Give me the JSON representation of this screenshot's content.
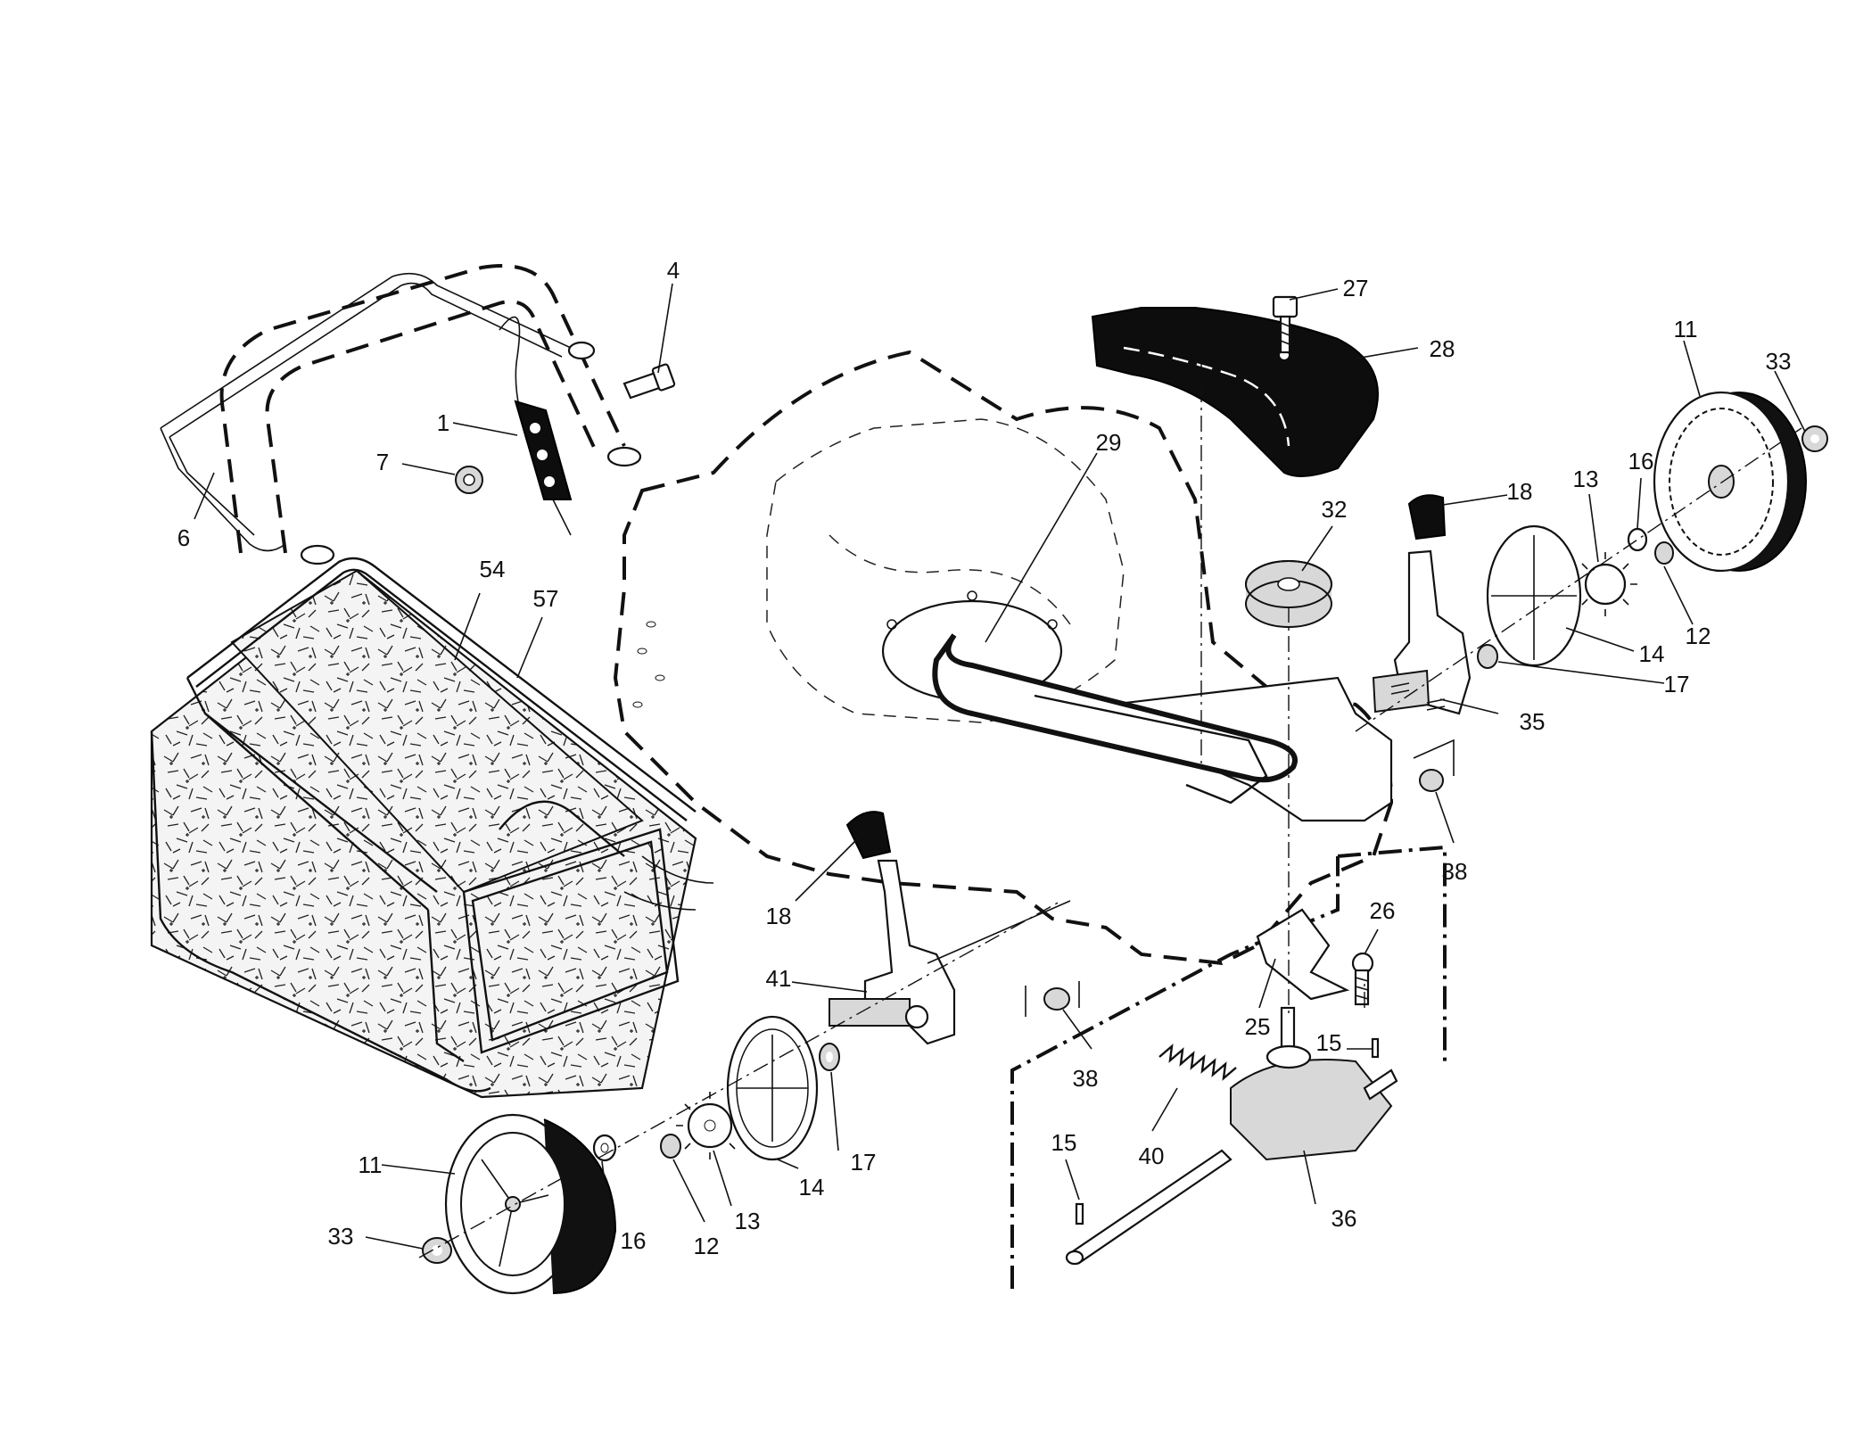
{
  "diagram": {
    "labels": {
      "p1": "1",
      "p4": "4",
      "p6": "6",
      "p7": "7",
      "p11a": "11",
      "p11b": "11",
      "p12a": "12",
      "p12b": "12",
      "p13a": "13",
      "p13b": "13",
      "p14a": "14",
      "p14b": "14",
      "p15a": "15",
      "p15b": "15",
      "p16a": "16",
      "p16b": "16",
      "p17a": "17",
      "p17b": "17",
      "p18a": "18",
      "p18b": "18",
      "p25": "25",
      "p26": "26",
      "p27": "27",
      "p28": "28",
      "p29": "29",
      "p32": "32",
      "p33a": "33",
      "p33b": "33",
      "p35": "35",
      "p36": "36",
      "p38a": "38",
      "p38b": "38",
      "p40": "40",
      "p41": "41",
      "p54": "54",
      "p57": "57"
    }
  }
}
